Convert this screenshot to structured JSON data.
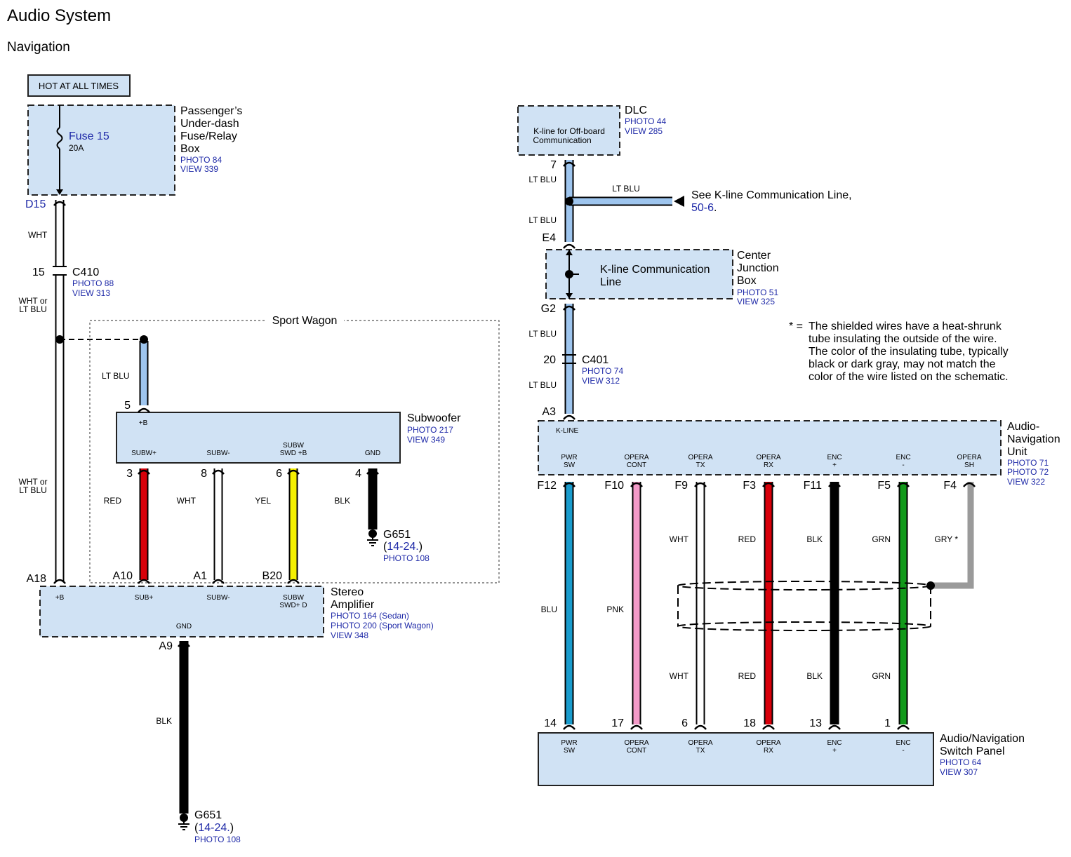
{
  "title": "Audio System",
  "subtitle": "Navigation",
  "hot_label": "HOT AT ALL TIMES",
  "fuse_box": {
    "name_lines": [
      "Passenger’s",
      "Under-dash",
      "Fuse/Relay",
      "Box"
    ],
    "photo": "PHOTO 84",
    "view": "VIEW 339",
    "fuse": "Fuse 15",
    "amps": "20A",
    "terminal": "D15"
  },
  "connector_c410": {
    "pin": "15",
    "name": "C410",
    "photo": "PHOTO 88",
    "view": "VIEW 313"
  },
  "left_wires": {
    "wht": "WHT",
    "wht_or_lt_blu_lines": [
      "WHT or",
      "LT BLU"
    ],
    "lt_blu": "LT BLU",
    "blk": "BLK"
  },
  "sport_wagon": "Sport Wagon",
  "subwoofer": {
    "name": "Subwoofer",
    "photo": "PHOTO 217",
    "view": "VIEW 349",
    "pb": "+B",
    "pb_pin": "5",
    "pins": [
      {
        "num": "3",
        "label_lines": [
          "SUBW+"
        ],
        "wire": "RED",
        "color": "#d8000a",
        "amp_pin": "A10"
      },
      {
        "num": "8",
        "label_lines": [
          "SUBW-"
        ],
        "wire": "WHT",
        "color": "#ffffff",
        "amp_pin": "A1"
      },
      {
        "num": "6",
        "label_lines": [
          "SUBW",
          "SWD +B"
        ],
        "wire": "YEL",
        "color": "#f5f000",
        "amp_pin": "B20"
      },
      {
        "num": "4",
        "label_lines": [
          "GND"
        ],
        "wire": "BLK",
        "color": "#000000",
        "amp_pin": ""
      }
    ]
  },
  "ground_sub": {
    "name": "G651",
    "ref": "14-24.",
    "photo": "PHOTO 108"
  },
  "amplifier": {
    "name_lines": [
      "Stereo",
      "Amplifier"
    ],
    "photos": [
      "PHOTO 164 (Sedan)",
      "PHOTO 200 (Sport Wagon)"
    ],
    "view": "VIEW 348",
    "pins": [
      "+B",
      "SUB+",
      "SUBW-",
      "SUBW",
      "SWD+ D",
      "GND"
    ],
    "pb_pin": "A18",
    "gnd_pin": "A9"
  },
  "ground_amp": {
    "name": "G651",
    "ref": "14-24.",
    "photo": "PHOTO 108"
  },
  "dlc": {
    "name": "DLC",
    "photo": "PHOTO 44",
    "view": "VIEW 285",
    "inner_lines": [
      "K-line for Off-board",
      "Communication"
    ],
    "pin": "7"
  },
  "kline_ref": {
    "text": "See K-line Communication Line,",
    "link": "50-6",
    "dot": ".",
    "wire": "LT BLU"
  },
  "cjb": {
    "name_lines": [
      "Center",
      "Junction",
      "Box"
    ],
    "photo": "PHOTO 51",
    "view": "VIEW 325",
    "inner_lines": [
      "K-line Communication",
      "Line"
    ],
    "pin_top": "E4",
    "pin_bot": "G2"
  },
  "connector_c401": {
    "pin": "20",
    "name": "C401",
    "photo": "PHOTO 74",
    "view": "VIEW 312"
  },
  "right_wire_lt_blu": "LT BLU",
  "note": {
    "mark": "* =",
    "lines": [
      "The shielded wires have a heat-shrunk",
      "tube insulating the outside of the wire.",
      "The color of the insulating tube, typically",
      "black or dark gray, may not match the",
      "color of the wire listed on the schematic."
    ]
  },
  "anu": {
    "name_lines": [
      "Audio-",
      "Navigation",
      "Unit"
    ],
    "photos": [
      "PHOTO 71",
      "PHOTO 72"
    ],
    "view": "VIEW 322",
    "kline": "K-LINE",
    "kline_pin": "A3",
    "pins": [
      {
        "lines": [
          "PWR",
          "SW"
        ],
        "pin": "F12",
        "wire": "BLU",
        "color": "#1a9ccd",
        "sp_pin": "14"
      },
      {
        "lines": [
          "OPERA",
          "CONT"
        ],
        "pin": "F10",
        "wire": "PNK",
        "color": "#f39ac8",
        "sp_pin": "17"
      },
      {
        "lines": [
          "OPERA",
          "TX"
        ],
        "pin": "F9",
        "wire": "WHT",
        "color": "#ffffff",
        "sp_pin": "6"
      },
      {
        "lines": [
          "OPERA",
          "RX"
        ],
        "pin": "F3",
        "wire": "RED",
        "color": "#d8000a",
        "sp_pin": "18"
      },
      {
        "lines": [
          "ENC",
          "+"
        ],
        "pin": "F11",
        "wire": "BLK",
        "color": "#000000",
        "sp_pin": "13"
      },
      {
        "lines": [
          "ENC",
          "-"
        ],
        "pin": "F5",
        "wire": "GRN",
        "color": "#119a1a",
        "sp_pin": "1"
      },
      {
        "lines": [
          "OPERA",
          "SH"
        ],
        "pin": "F4",
        "wire": "GRY *",
        "color": "#9a9a9a",
        "sp_pin": ""
      }
    ]
  },
  "switch_panel": {
    "name_lines": [
      "Audio/Navigation",
      "Switch Panel"
    ],
    "photo": "PHOTO 64",
    "view": "VIEW 307"
  }
}
